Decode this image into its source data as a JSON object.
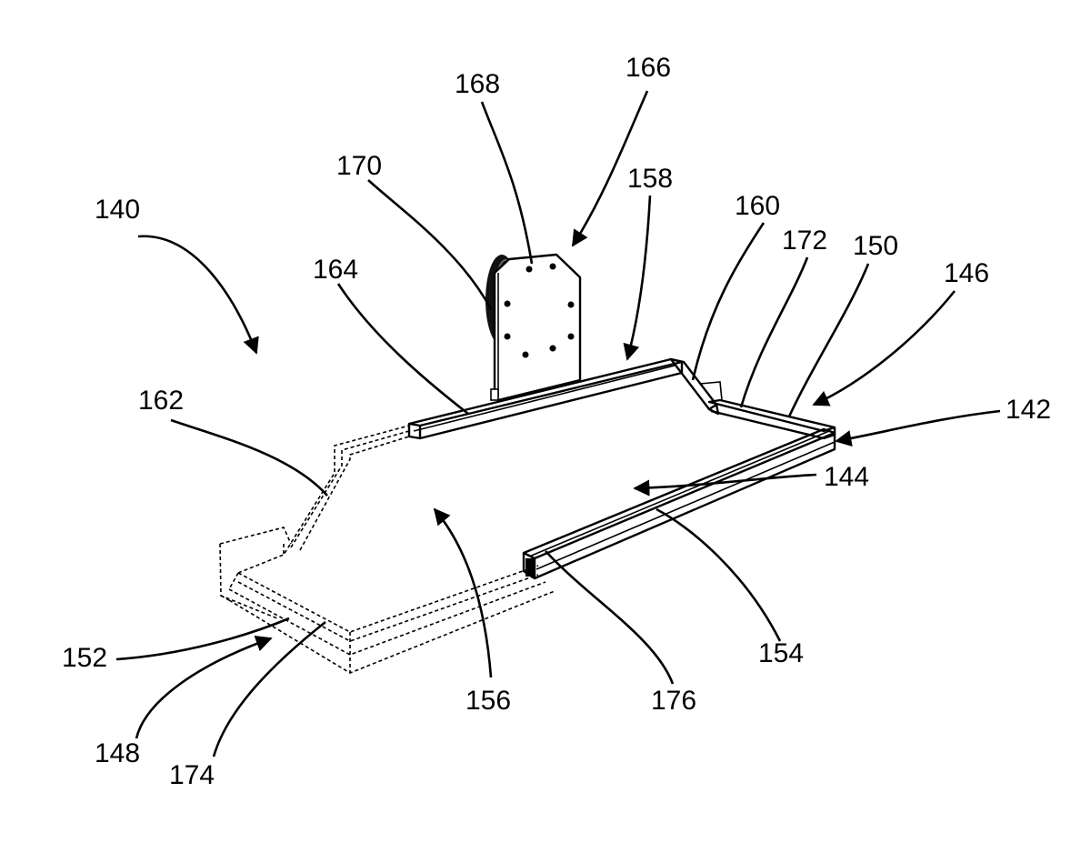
{
  "labels": {
    "l140": "140",
    "l142": "142",
    "l144": "144",
    "l146": "146",
    "l148": "148",
    "l150": "150",
    "l152": "152",
    "l154": "154",
    "l156": "156",
    "l158": "158",
    "l160": "160",
    "l162": "162",
    "l164": "164",
    "l166": "166",
    "l168": "168",
    "l170": "170",
    "l172": "172",
    "l174": "174",
    "l176": "176"
  }
}
